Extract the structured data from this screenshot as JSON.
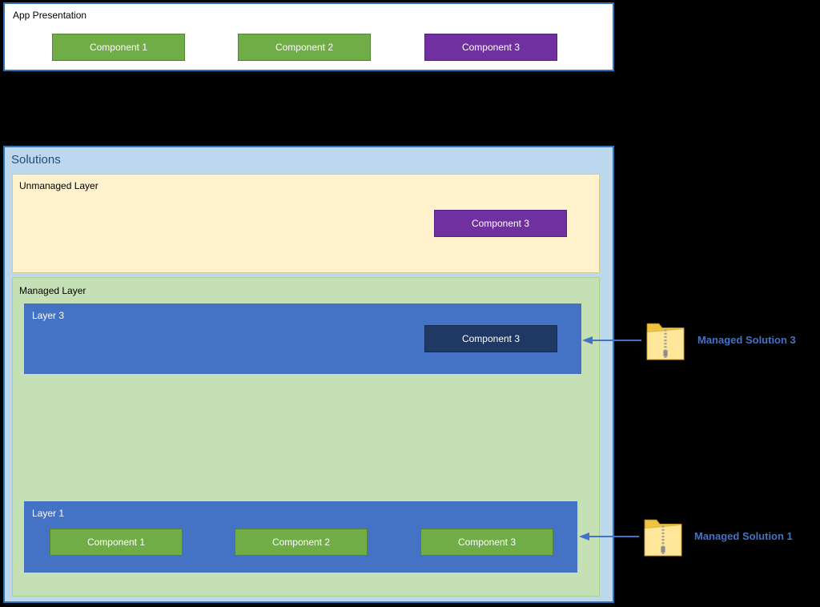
{
  "app_presentation": {
    "title": "App Presentation",
    "components": [
      "Component 1",
      "Component 2",
      "Component 3"
    ]
  },
  "solutions": {
    "title": "Solutions",
    "unmanaged_layer": {
      "title": "Unmanaged Layer",
      "component": "Component 3"
    },
    "managed_layer": {
      "title": "Managed Layer",
      "layer3": {
        "title": "Layer 3",
        "component": "Component 3"
      },
      "layer1": {
        "title": "Layer 1",
        "components": [
          "Component 1",
          "Component 2",
          "Component 3"
        ]
      }
    }
  },
  "annotations": {
    "managed_solution_3": "Managed Solution 3",
    "managed_solution_1": "Managed Solution 1"
  },
  "colors": {
    "component_green": "#70ad47",
    "component_purple": "#7030a0",
    "component_navy": "#1f3864",
    "layer_blue": "#4472c4",
    "solutions_bg": "#bdd7ee",
    "unmanaged_bg": "#fff2cc",
    "managed_bg": "#c5e0b4",
    "border_blue": "#2e75b6",
    "label_blue": "#4472c4",
    "background": "#000000"
  }
}
